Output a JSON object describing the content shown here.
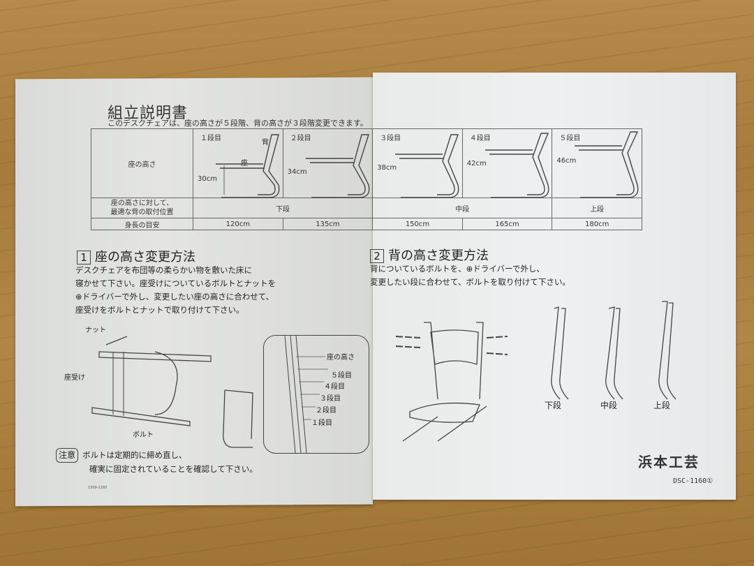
{
  "document": {
    "title": "組立説明書",
    "subtitle": "このデスクチェアは、座の高さが５段階、背の高さが３段階変更できます。"
  },
  "spec_table": {
    "row_header_seat": "座の高さ",
    "row_header_back_line1": "座の高さに対して、",
    "row_header_back_line2": "最適な背の取付位置",
    "row_header_height": "身長の目安",
    "stages": [
      {
        "label": "１段目",
        "seat_height": "30cm",
        "body_height": "120cm"
      },
      {
        "label": "２段目",
        "seat_height": "34cm",
        "body_height": "135cm"
      },
      {
        "label": "３段目",
        "seat_height": "38cm",
        "body_height": "150cm"
      },
      {
        "label": "４段目",
        "seat_height": "42cm",
        "body_height": "165cm"
      },
      {
        "label": "５段目",
        "seat_height": "46cm",
        "body_height": "180cm"
      }
    ],
    "back_positions": {
      "low": "下段",
      "mid": "中段",
      "high": "上段"
    },
    "diagram_labels": {
      "back": "背",
      "seat": "座"
    }
  },
  "section1": {
    "number": "1",
    "heading": "座の高さ変更方法",
    "lines": [
      "デスクチェアを布団等の柔らかい物を敷いた床に",
      "寝かせて下さい。座受けについているボルトとナットを",
      "⊕ドライバーで外し、変更したい座の高さに合わせて、",
      "座受けをボルトとナットで取り付けて下さい。"
    ],
    "callouts": {
      "nut": "ナット",
      "seat_bracket": "座受け",
      "bolt": "ボルト"
    },
    "detail": {
      "title": "座の高さ",
      "levels": [
        "５段目",
        "４段目",
        "３段目",
        "２段目",
        "１段目"
      ]
    }
  },
  "section2": {
    "number": "2",
    "heading": "背の高さ変更方法",
    "lines": [
      "背についているボルトを、⊕ドライバーで外し、",
      "変更したい段に合わせて、ボルトを取り付けて下さい。"
    ],
    "positions": [
      "下段",
      "中段",
      "上段"
    ]
  },
  "caution": {
    "badge": "注意",
    "lines": [
      "ボルトは定期的に締め直し、",
      "確実に固定されていることを確認して下さい。"
    ]
  },
  "footer": {
    "brand": "浜本工芸",
    "model": "DSC-1160①",
    "code": "1309-1160"
  }
}
